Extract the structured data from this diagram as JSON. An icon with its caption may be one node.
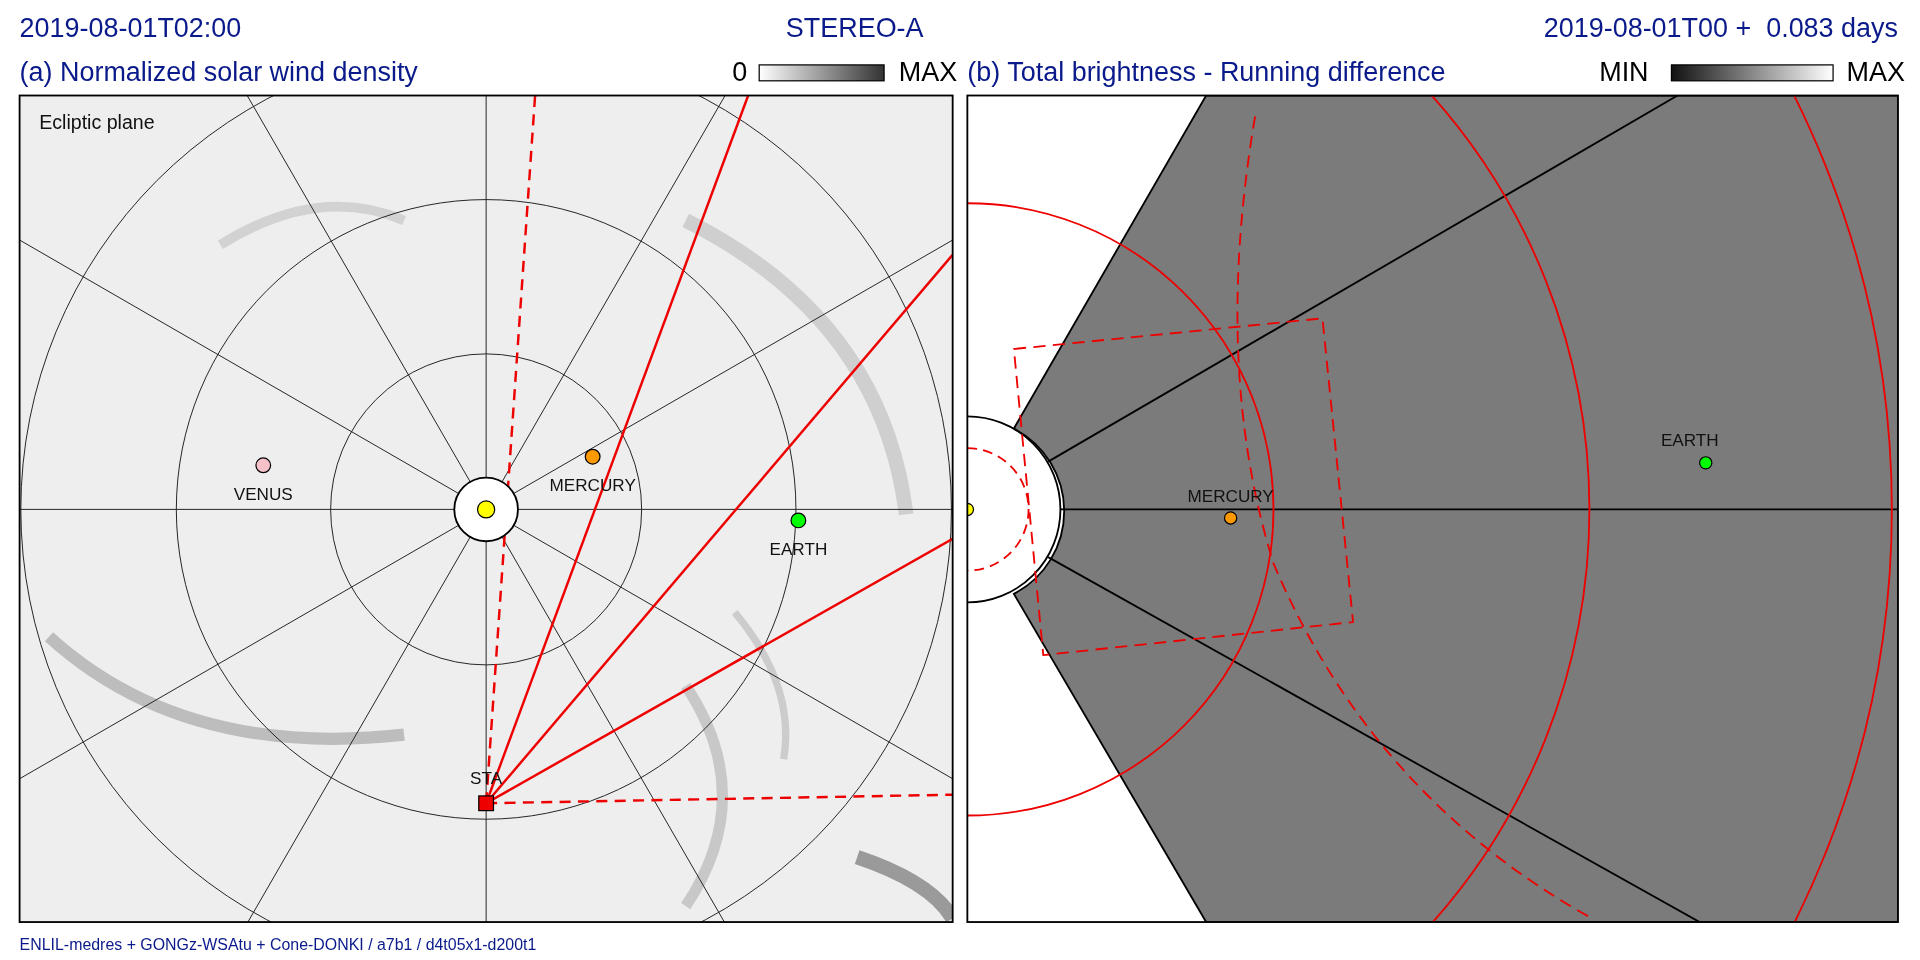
{
  "diagram": {
    "title": "STEREO-A",
    "labels": [
      "2019-08-01T02:00",
      "2019-08-01T00 +  0.083 days",
      "(a) Normalized solar wind density",
      "0",
      "MAX",
      "(b) Total brightness - Running difference",
      "MIN",
      "MAX",
      "Ecliptic plane",
      "MERCURY",
      "VENUS",
      "EARTH",
      "STA",
      "EARTH",
      "MERCURY",
      "ENLIL-medres + GONGz-WSAtu + Cone-DONKI / a7b1 / d4t05x1-d200t1"
    ]
  }
}
